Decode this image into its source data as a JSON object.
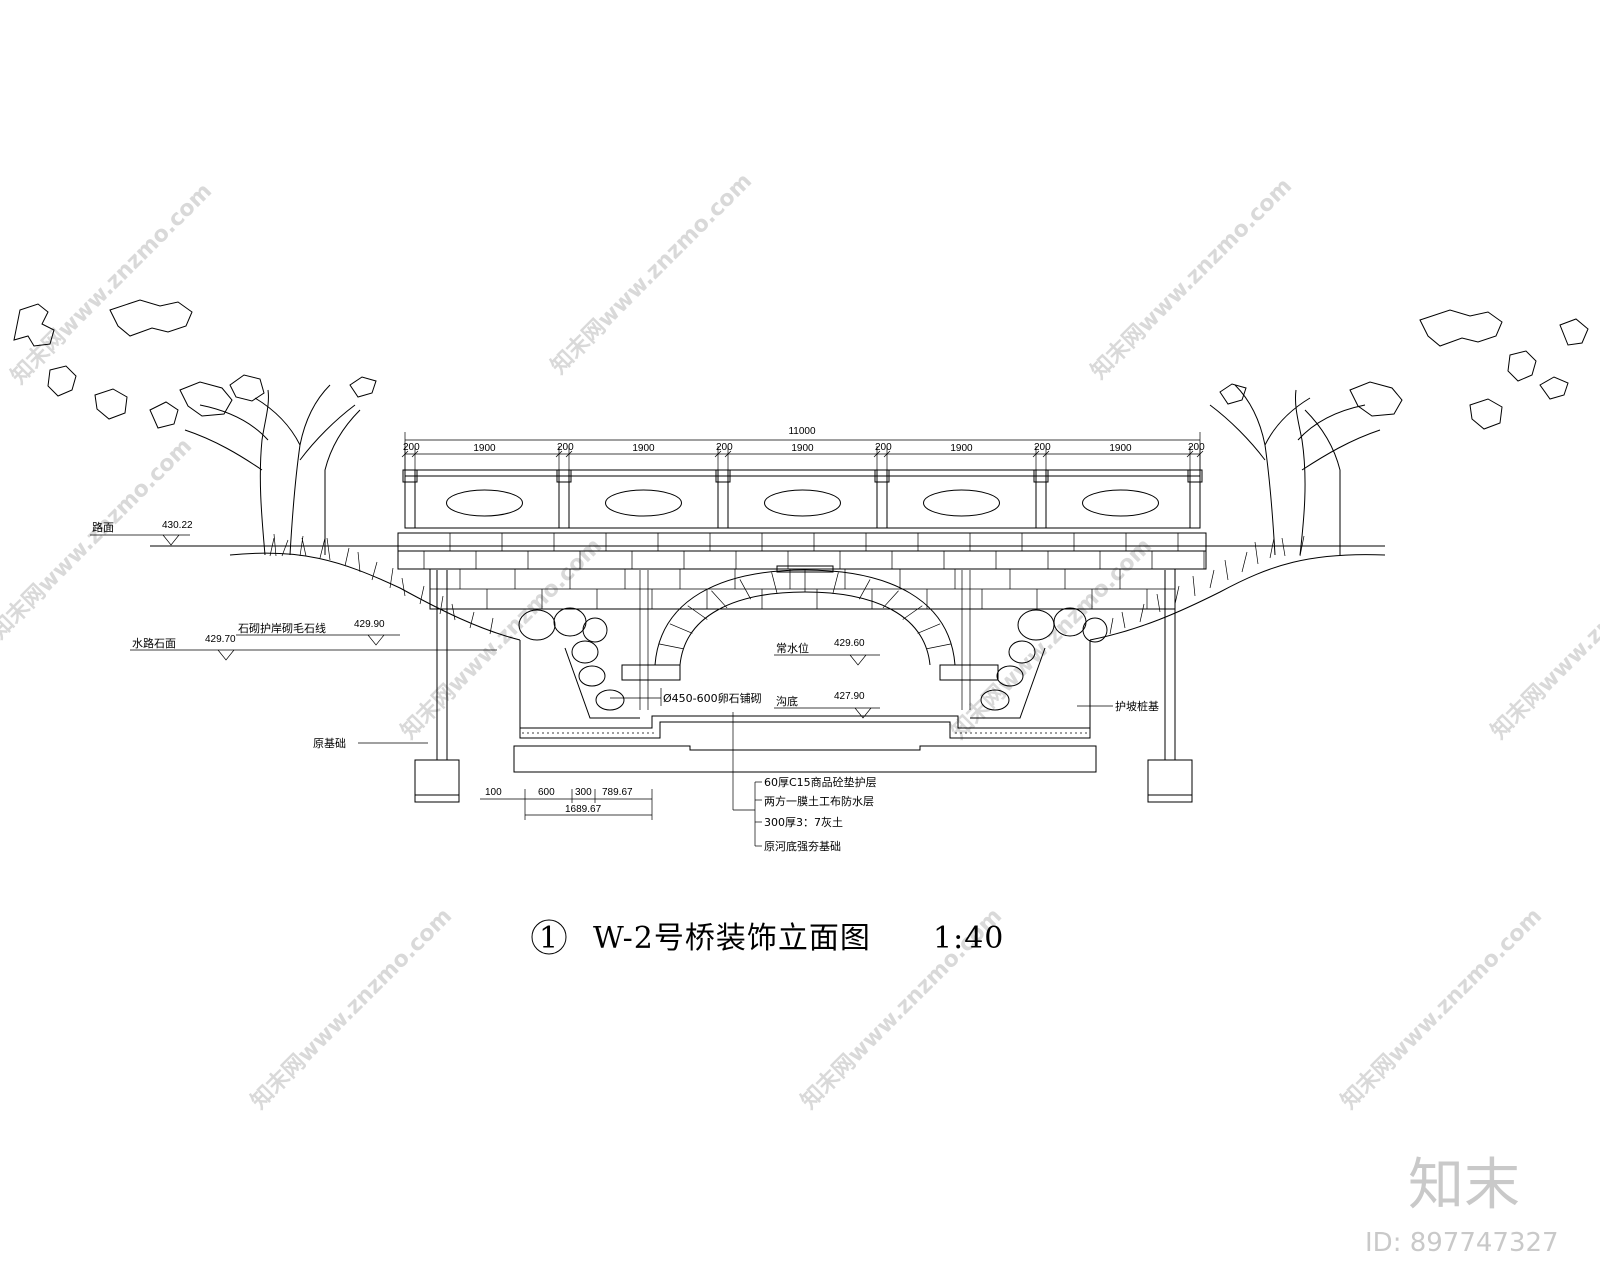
{
  "drawing": {
    "title": "W-2号桥装饰立面图",
    "scale": "1:40",
    "index_number": "1"
  },
  "dimensions": {
    "overall": "11000",
    "post_width": "200",
    "panel_width": "1900",
    "bottom_dims": [
      "100",
      "600",
      "300",
      "789.67"
    ],
    "bottom_total": "1689.67"
  },
  "elevations": {
    "road": {
      "label": "路面",
      "value": "430.22"
    },
    "wall_top": {
      "label": "石砌护岸砌毛石线",
      "value": "429.90"
    },
    "drain_water": {
      "label": "常水位",
      "value": "429.60"
    },
    "water_surface": {
      "label": "水路石面",
      "value": "429.70"
    },
    "channel_bottom": {
      "label": "沟底",
      "value": "427.90"
    }
  },
  "callouts": {
    "pile": "原基础",
    "boulder": "Ø450-600卵石铺砌",
    "retaining": "护坡桩基",
    "layers": [
      "60厚C15商品砼垫护层",
      "两方一膜土工布防水层",
      "300厚3：7灰土",
      "原河底强夯基础"
    ]
  },
  "watermark": {
    "text": "知末网www.znzmo.com",
    "brand": "知末",
    "id": "ID: 897747327"
  }
}
